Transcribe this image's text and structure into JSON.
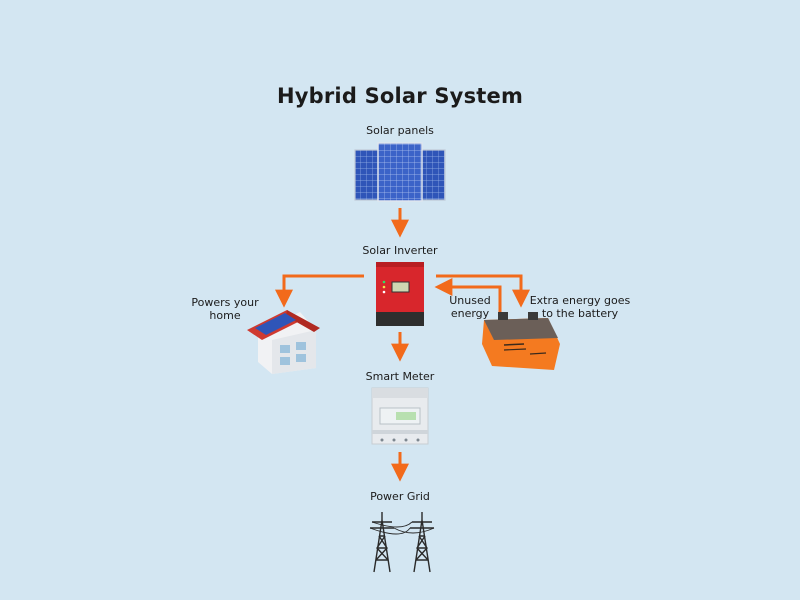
{
  "title": "Hybrid Solar System",
  "nodes": {
    "solar_panels": "Solar panels",
    "solar_inverter": "Solar Inverter",
    "powers_home_line1": "Powers your",
    "powers_home_line2": "home",
    "unused_energy_line1": "Unused",
    "unused_energy_line2": "energy",
    "extra_energy_line1": "Extra energy goes",
    "extra_energy_line2": "to the battery",
    "smart_meter": "Smart Meter",
    "power_grid": "Power Grid"
  },
  "colors": {
    "background": "#d3e6f2",
    "arrow": "#f26a1b",
    "panel": "#2f55b8",
    "inverter": "#d8262c",
    "battery": "#f47a20"
  }
}
